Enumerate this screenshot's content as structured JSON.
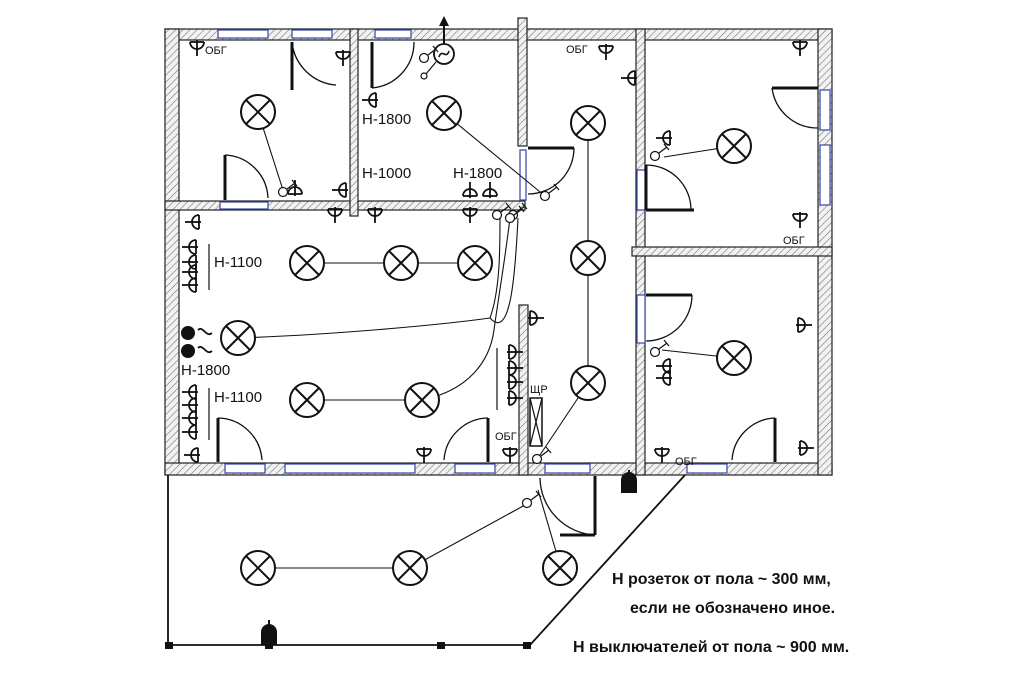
{
  "labels": {
    "obg": "ОБГ",
    "h1800": "Н-1800",
    "h1000": "Н-1000",
    "h1100": "Н-1100",
    "shr": "ЩР"
  },
  "notes": {
    "line1": "Н  розеток от пола   ~ 300 мм,",
    "line2": "если не обозначено иное.",
    "line3": "Н  выключателей от пола  ~ 900 мм."
  },
  "icons": [
    "lamp-icon",
    "socket-icon",
    "switch-icon",
    "fan-icon",
    "panel-icon",
    "door-icon",
    "window-icon"
  ]
}
